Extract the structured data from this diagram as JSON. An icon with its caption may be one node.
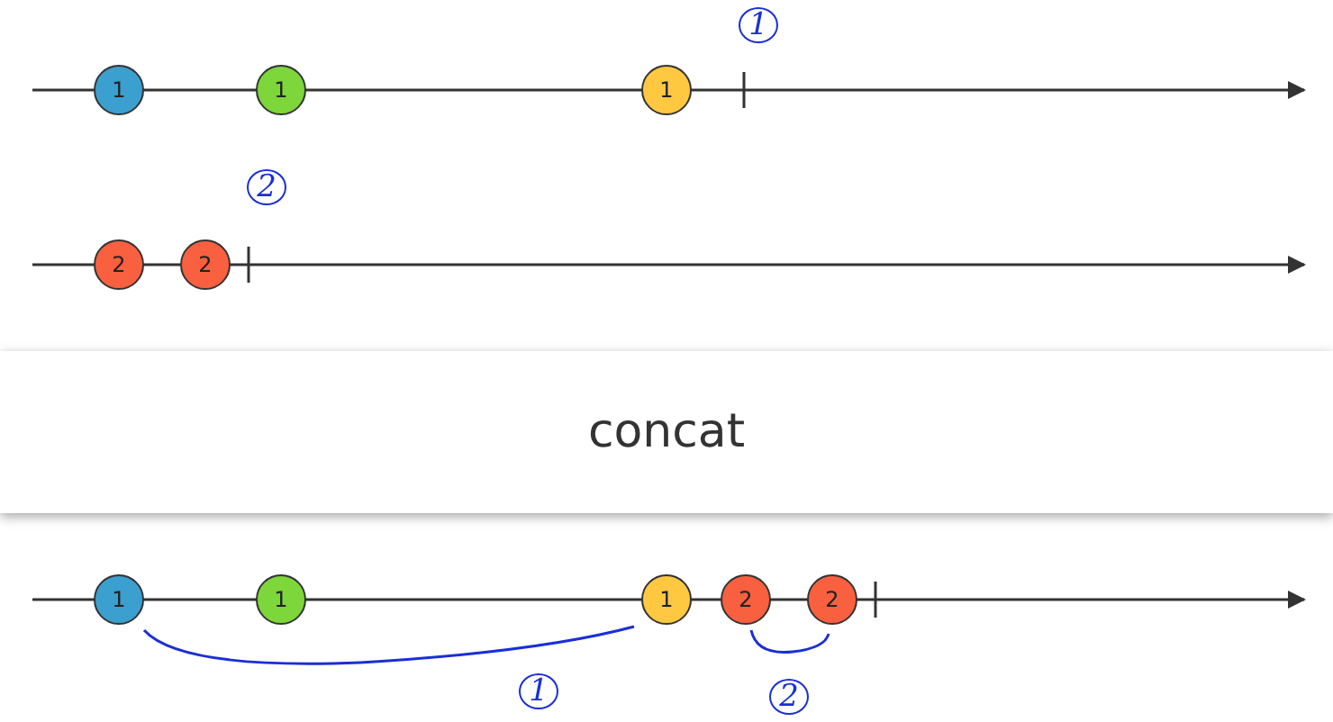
{
  "diagram": {
    "nodes": [
      {
        "text": [
          "1"
        ]
      },
      {
        "text": [
          "1"
        ]
      },
      {
        "text": [
          "1"
        ]
      },
      {
        "text": [
          "2"
        ]
      },
      {
        "text": [
          "2"
        ]
      },
      {
        "text": [
          "concat"
        ]
      },
      {
        "text": [
          "1"
        ]
      },
      {
        "text": [
          "1"
        ]
      },
      {
        "text": [
          "1"
        ]
      },
      {
        "text": [
          "2"
        ]
      },
      {
        "text": [
          "2"
        ]
      }
    ],
    "labels": [
      "1",
      "2",
      "1",
      "2"
    ]
  }
}
